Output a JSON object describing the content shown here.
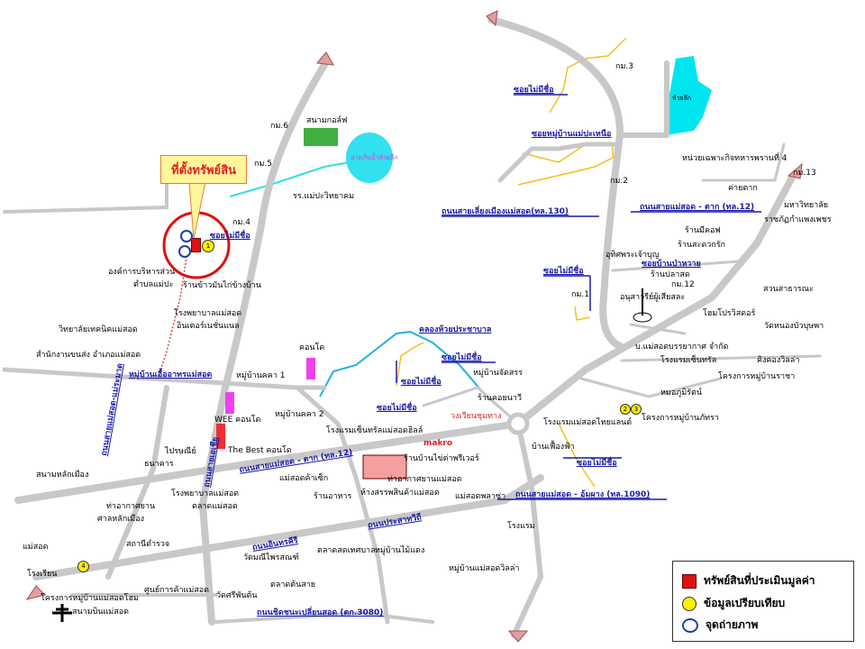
{
  "callout": "ที่ตั้งทรัพย์สิน",
  "legend": {
    "subject_property": "ทรัพย์สินที่ประเมินมูลค่า",
    "comparable": "ข้อมูลเปรียบเทียบ",
    "photo_point": "จุดถ่ายภาพ"
  },
  "markers": {
    "comparable_number": "1",
    "comp2": "2",
    "comp3": "3",
    "comp4": "4"
  },
  "roads": [
    "ซอยไม่มีชื่อ",
    "ซอยหมู่บ้านแม่ปะเหนือ",
    "ถนนสายเลี่ยงเมืองแม่สอด(ทล.130)",
    "ถนนสายแม่สอด - ตาก (ทล.12)",
    "ซอยบ้านป่าหวาย",
    "ซอยไม่มีชื่อ",
    "คลองห้วยประชาบาล",
    "ซอยไม่มีชื่อ",
    "ซอยไม่มีชื่อ",
    "ซอยไม่มีชื่อ",
    "ถนนสายแม่สอด - ตาก (ทล.12)",
    "ถนนสายแม่สอด - อุ้มผาง (ทล.1090)",
    "ถนนอินทรคีรี",
    "ถนนประสาทวิถี",
    "ถนนชิดชนะเปลี่ยนสอด (ตก.3080)",
    "ซอยไม่มีชื่อ",
    "ถนนสายเอเชีย",
    "ซอยไม่มีชื่อ",
    "หมู่บ้านเอื้ออาทรแม่สอด",
    "ถนนสายแม่สอด-แม่ระมาด"
  ],
  "places": [
    "กม.3",
    "ห้วยลึก",
    "กม.2",
    "หน่วยเฉพาะกิจทหารพรานที่ 4",
    "กม.13",
    "ค่ายตาก",
    "มหาวิทยาลัย",
    "ราชภัฏกำแพงเพชร",
    "ร้านมีคอฟ",
    "ร้านสะดวกรัก",
    "อุทิศพระเจ้าบุญ",
    "ร้านปลาสด",
    "กม.12",
    "กม.1",
    "อนุสาวรีย์ผู้เสียสละ",
    "สวนสาธารณะ",
    "โฮมโปรวิสดอร์",
    "วัดหนองบัวบุษพา",
    "บ.แม่สอดบรรยากาศ จำกัด",
    "โรงแรมเซ็นทรัล",
    "คิงคองวิลล่า",
    "โครงการหมู่บ้านราชา",
    "หมอภูมิรัตน์",
    "โครงการหมู่บ้านภัทรา",
    "กม.6",
    "สนามกอล์ฟ",
    "กม.5",
    "อ่างเก็บน้ำห้วยลึก",
    "รร.แม่ปะวิทยาคม",
    "กม.4",
    "องค์การบริหารส่วน",
    "ตำบลแม่ปะ",
    "ร้านข้าวมันไก่ข้างบ้าน",
    "โรงพยาบาลแม่สอด",
    "อินเตอร์เนชั่นแนล",
    "วิทยาลัยเทคนิคแม่สอด",
    "สำนักงานขนส่ง อำเภอแม่สอด",
    "หมู่บ้านเอื้ออาทรแม่สอด",
    "คอนโด",
    "หมู่บ้านคคา 1",
    "หมู่บ้านคคา 2",
    "WEE คอนโด",
    "The Best คอนโด",
    "โรงแรมเซ็นทรัลแม่สอดฮิลล์",
    "makro",
    "ร้านบ้านไข่ต่าพรีเวอร์",
    "หมู่บ้านจัดสรร",
    "ร้านคอยนาวี",
    "วงเวียนชุมทาง",
    "ท่าอากาศยานแม่สอด",
    "โรงแรมแม่สอดไทยแลนด์",
    "บ้านเฟื้องฟ้า",
    "แม่สอดค้าเซ็ก",
    "ห้างสรรพสินค้าแม่สอด",
    "ร้านอาหาร",
    "แม่สอดพลาซ่า",
    "โรงแรม",
    "ตลาดสดเทศบาล",
    "หมู่บ้านไม้แดง",
    "หมู่บ้านแม่สอดวิลล่า",
    "วัดมณีไพรสณฑ์",
    "ตลาดต้นสาย",
    "วัดศรีพันต้น",
    "ท่าอากาศยาน",
    "ศาลหลักเมือง",
    "โครงการหมู่บ้านแม่สอดโฮม",
    "สนามบินแม่สอด",
    "โรงพยาบาลแม่สอด",
    "ศูนย์การค้าแม่สอด",
    "สถานีตำรวจ",
    "สนามหลักเมือง",
    "แม่สอด",
    "โรงเรียน",
    "ไปรษณีย์",
    "ธนาคาร",
    "ตลาดแม่สอด"
  ]
}
